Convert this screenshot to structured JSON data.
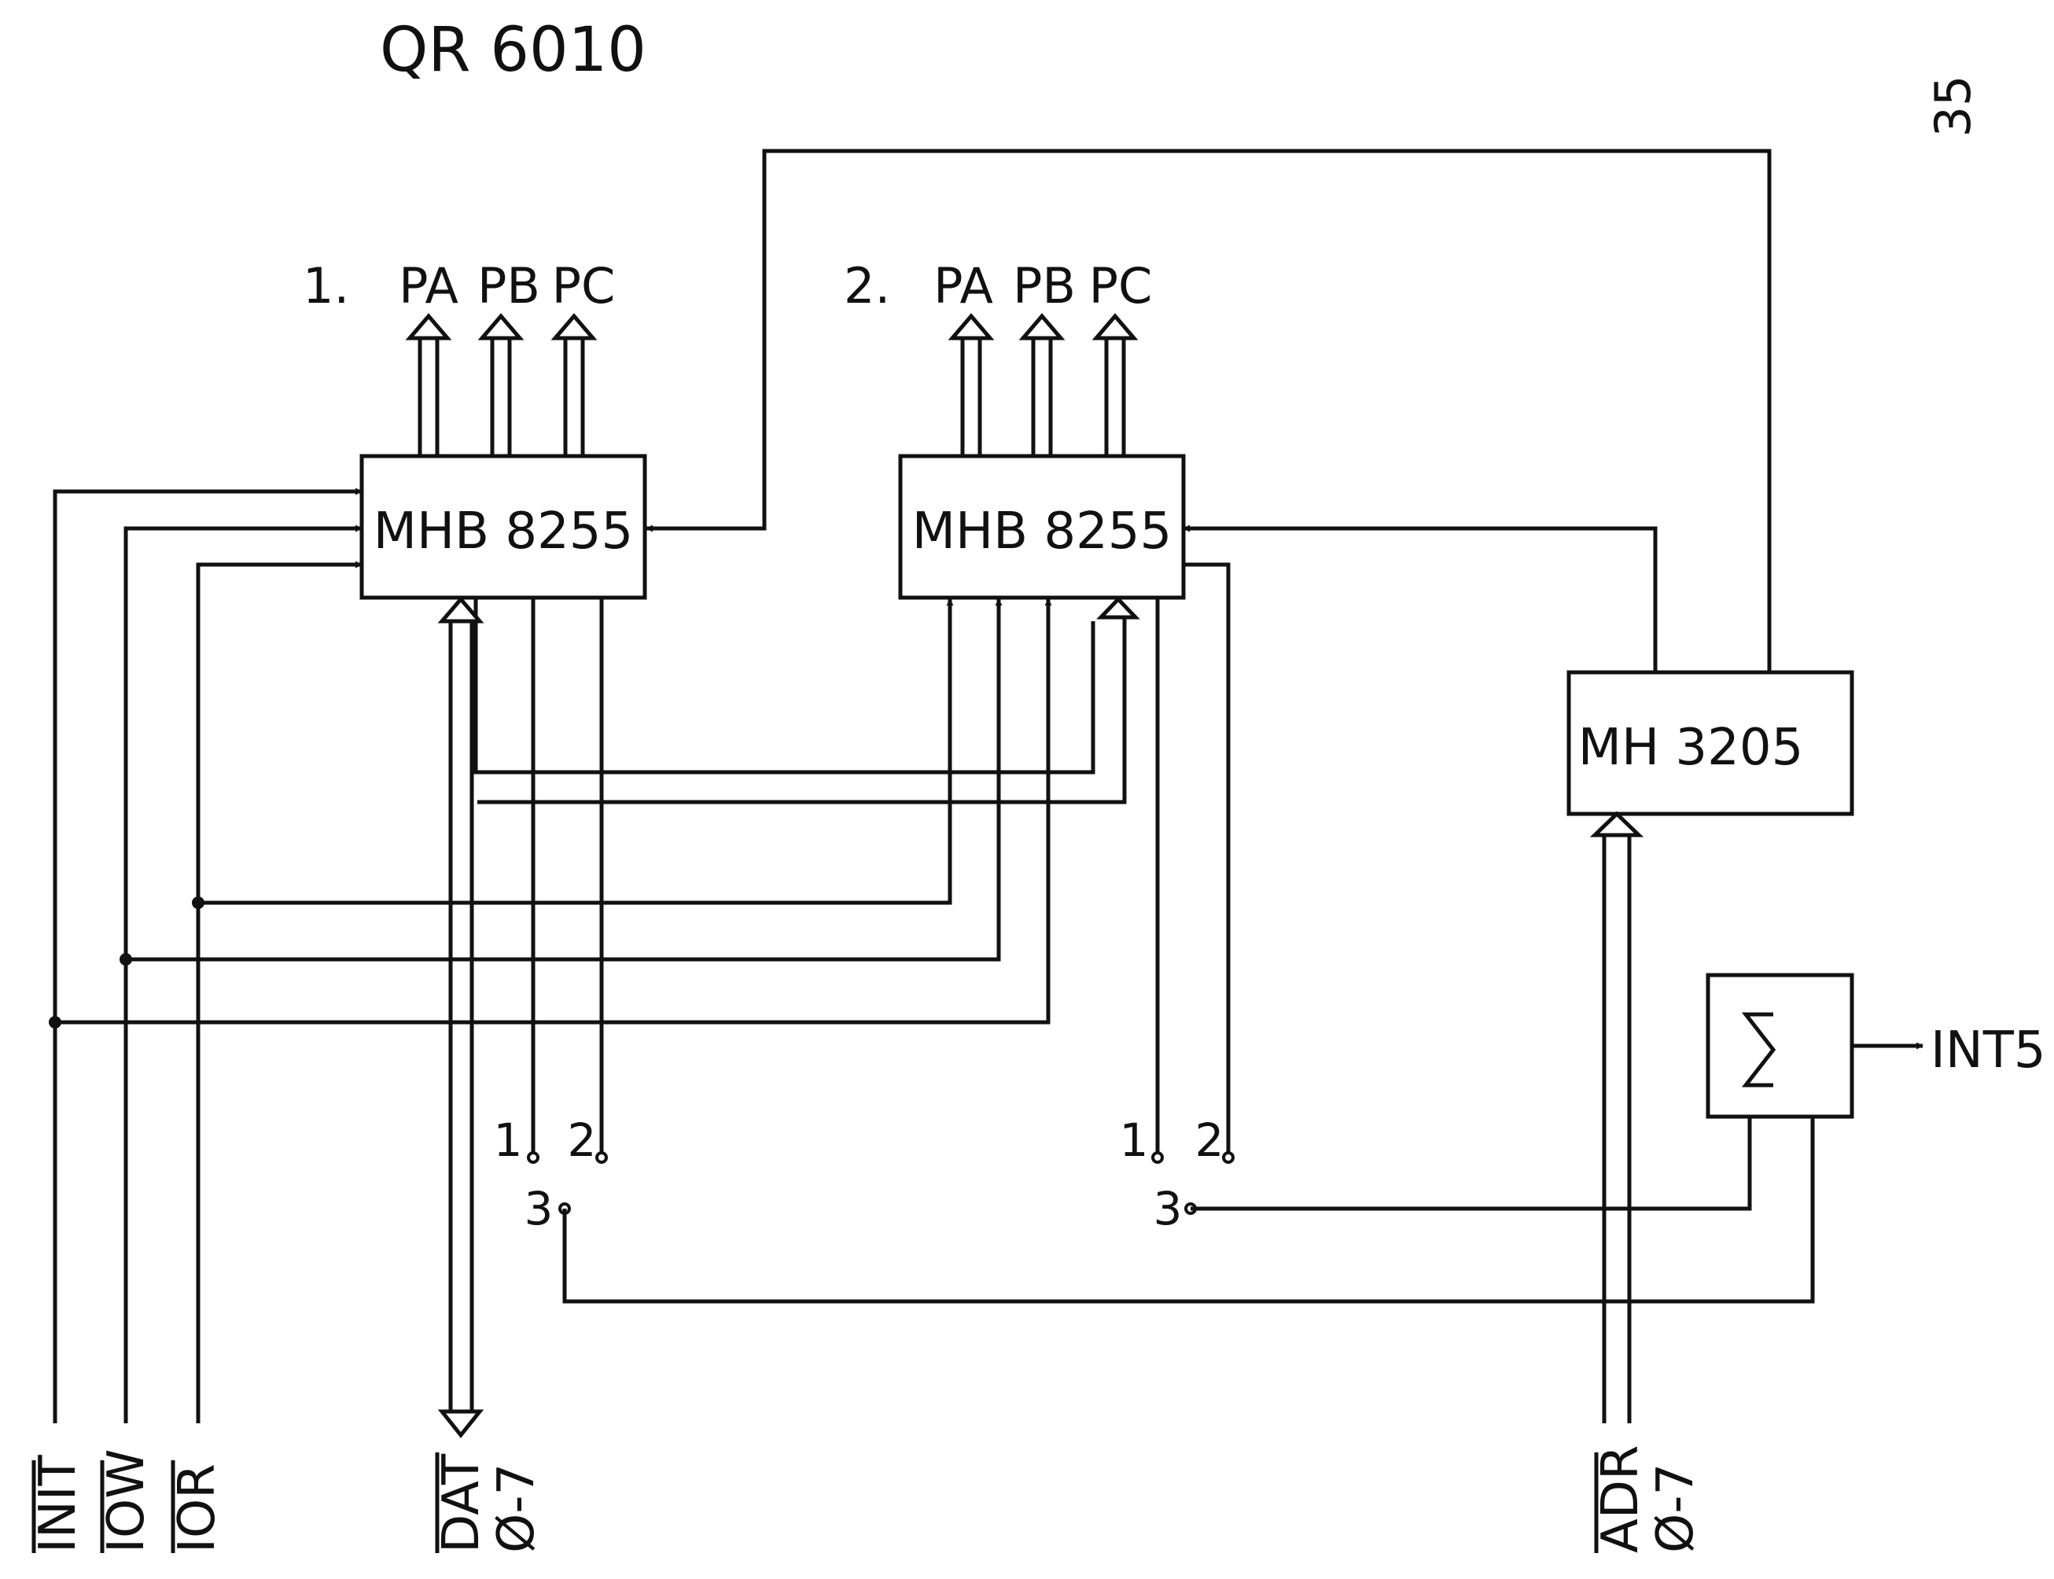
{
  "header": {
    "title": "QR 6010",
    "page_number": "35"
  },
  "chips": {
    "ppi1": {
      "label": "MHB 8255",
      "index": "1.",
      "ports": [
        "PA",
        "PB",
        "PC"
      ]
    },
    "ppi2": {
      "label": "MHB 8255",
      "index": "2.",
      "ports": [
        "PA",
        "PB",
        "PC"
      ]
    },
    "decoder": {
      "label": "MH 3205"
    },
    "sum": {
      "symbol": "Σ",
      "output": "INT5"
    }
  },
  "jumpers": {
    "j1": {
      "p1": "1",
      "p2": "2",
      "p3": "3"
    },
    "j2": {
      "p1": "1",
      "p2": "2",
      "p3": "3"
    }
  },
  "signals": {
    "init": "INIT",
    "iow": "IOW",
    "ior": "IOR",
    "dat": {
      "name": "DAT",
      "range": "Ø-7"
    },
    "adr": {
      "name": "ADR",
      "range": "Ø-7"
    }
  }
}
